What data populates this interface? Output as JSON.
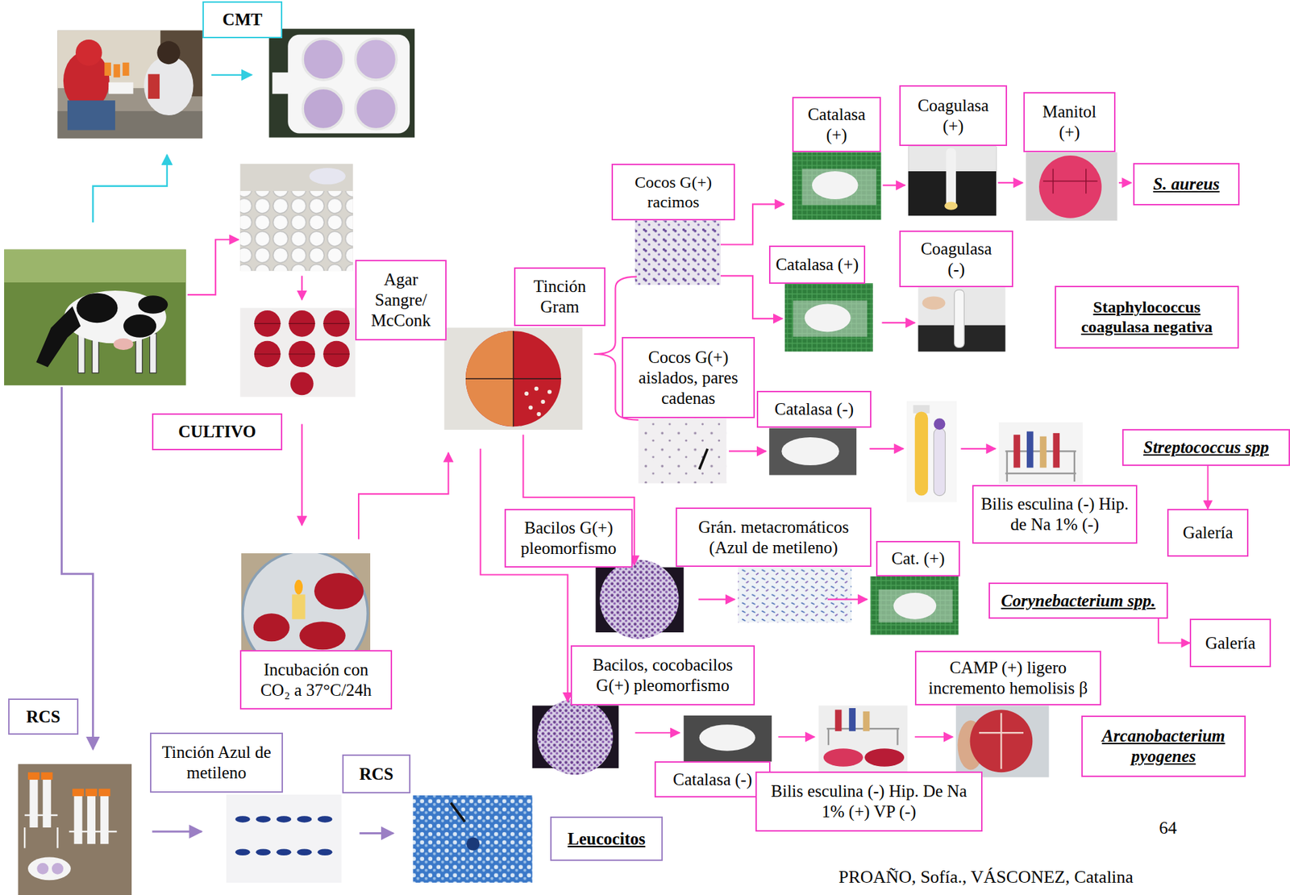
{
  "diagram": {
    "nodes": [
      {
        "text": [
          "CMT"
        ]
      },
      {
        "text": [
          "Agar Sangre/ McConk"
        ]
      },
      {
        "text": [
          "CULTIVO"
        ]
      },
      {
        "text": [
          "Incubación con CO₂ a 37°C/24h"
        ]
      },
      {
        "text": [
          "Tinción Gram"
        ]
      },
      {
        "text": [
          "Cocos G(+) racimos"
        ]
      },
      {
        "text": [
          "Catalasa (+)"
        ]
      },
      {
        "text": [
          "Coagulasa (+)"
        ]
      },
      {
        "text": [
          "Manitol (+)"
        ]
      },
      {
        "text": [
          "S. aureus"
        ]
      },
      {
        "text": [
          "Catalasa (+)"
        ]
      },
      {
        "text": [
          "Coagulasa (-)"
        ]
      },
      {
        "text": [
          "Staphylococcus coagulasa negativa"
        ]
      },
      {
        "text": [
          "Cocos G(+) aislados, pares cadenas"
        ]
      },
      {
        "text": [
          "Catalasa (-)"
        ]
      },
      {
        "text": [
          "Bilis esculina (-) Hip. de Na 1% (-)"
        ]
      },
      {
        "text": [
          "Streptococcus spp"
        ]
      },
      {
        "text": [
          "Galería"
        ]
      },
      {
        "text": [
          "Bacilos G(+) pleomorfismo"
        ]
      },
      {
        "text": [
          "Grán. metacromáticos (Azul de metileno)"
        ]
      },
      {
        "text": [
          "Cat. (+)"
        ]
      },
      {
        "text": [
          "Corynebacterium spp."
        ]
      },
      {
        "text": [
          "Galería"
        ]
      },
      {
        "text": [
          "Bacilos, cocobacilos G(+) pleomorfismo"
        ]
      },
      {
        "text": [
          "CAMP (+) ligero incremento hemolisis β"
        ]
      },
      {
        "text": [
          "Catalasa (-)"
        ]
      },
      {
        "text": [
          "Bilis esculina (-) Hip. De Na 1% (+) VP (-)"
        ]
      },
      {
        "text": [
          "Arcanobacterium pyogenes"
        ]
      },
      {
        "text": [
          "RCS"
        ]
      },
      {
        "text": [
          "Tinción Azul de metileno"
        ]
      },
      {
        "text": [
          "RCS"
        ]
      },
      {
        "text": [
          "Leucocitos"
        ]
      }
    ],
    "edges": [
      {
        "from": 16,
        "to": 17,
        "arrow": "to"
      },
      {
        "from": 21,
        "to": 22,
        "arrow": "to"
      }
    ],
    "labels": [
      "64",
      "PROAÑO, Sofía., VÁSCONEZ, Catalina"
    ]
  }
}
